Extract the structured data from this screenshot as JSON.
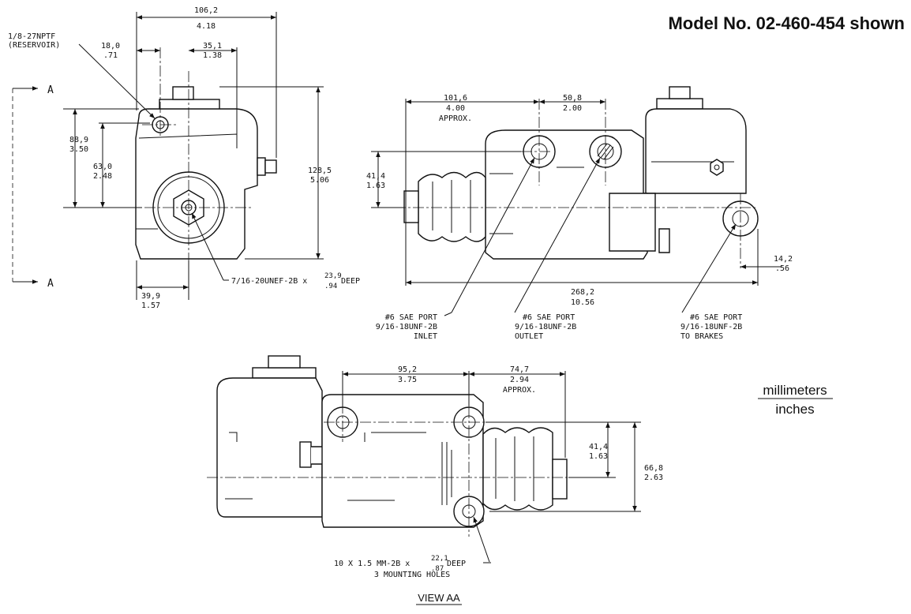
{
  "title": "Model No. 02-460-454 shown",
  "legend": {
    "numerator": "millimeters",
    "denominator": "inches"
  },
  "view_label": "VIEW AA",
  "section_marker": "A",
  "front_view": {
    "dim_width": [
      "106,2",
      "4.18"
    ],
    "dim_reservoir_offset": [
      "18,0",
      ".71"
    ],
    "dim_port_offset": [
      "35,1",
      "1.38"
    ],
    "dim_height_left": [
      "88,9",
      "3.50"
    ],
    "dim_height_mid": [
      "63,0",
      "2.48"
    ],
    "dim_height_right": [
      "128,5",
      "5.06"
    ],
    "dim_bottom": [
      "39,9",
      "1.57"
    ],
    "reservoir_note": [
      "1/8-27NPTF",
      "(RESERVOIR)"
    ],
    "thread_note": "7/16-20UNEF-2B x",
    "thread_depth": [
      "23,9",
      ".94"
    ],
    "thread_deep": "DEEP"
  },
  "side_view": {
    "dim_approx": [
      "101,6",
      "4.00",
      "APPROX."
    ],
    "dim_port_spacing": [
      "50,8",
      "2.00"
    ],
    "dim_height": [
      "41,4",
      "1.63"
    ],
    "dim_offset": [
      "14,2",
      ".56"
    ],
    "dim_length": [
      "268,2",
      "10.56"
    ],
    "port_inlet": [
      "#6 SAE PORT",
      "9/16-18UNF-2B",
      "INLET"
    ],
    "port_outlet": [
      "#6 SAE PORT",
      "9/16-18UNF-2B",
      "OUTLET"
    ],
    "port_brakes": [
      "#6 SAE PORT",
      "9/16-18UNF-2B",
      "TO BRAKES"
    ]
  },
  "bottom_view": {
    "dim_hole_spacing": [
      "95,2",
      "3.75"
    ],
    "dim_approx": [
      "74,7",
      "2.94",
      "APPROX."
    ],
    "dim_height_small": [
      "41,4",
      "1.63"
    ],
    "dim_height_large": [
      "66,8",
      "2.63"
    ],
    "hole_note": "10 X 1.5 MM-2B x",
    "hole_depth": [
      "22,1",
      ".87"
    ],
    "hole_deep": "DEEP",
    "hole_count": "3 MOUNTING HOLES"
  }
}
